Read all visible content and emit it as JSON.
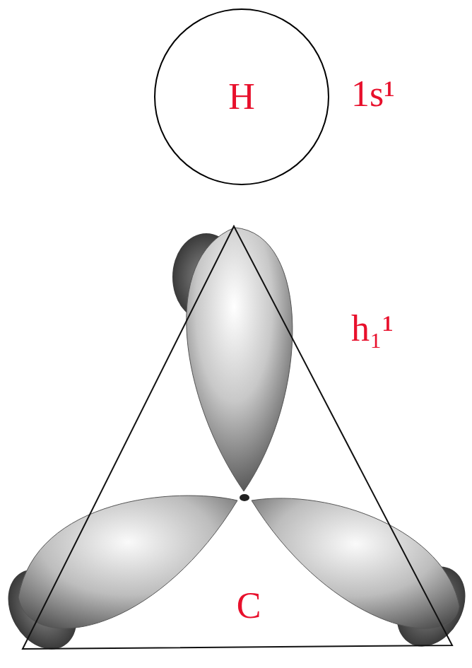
{
  "diagram": {
    "nodes": [
      {
        "text": [
          "H"
        ]
      },
      {
        "text": [
          "C"
        ]
      }
    ],
    "labels": [
      "1s¹",
      "h₁¹"
    ]
  }
}
